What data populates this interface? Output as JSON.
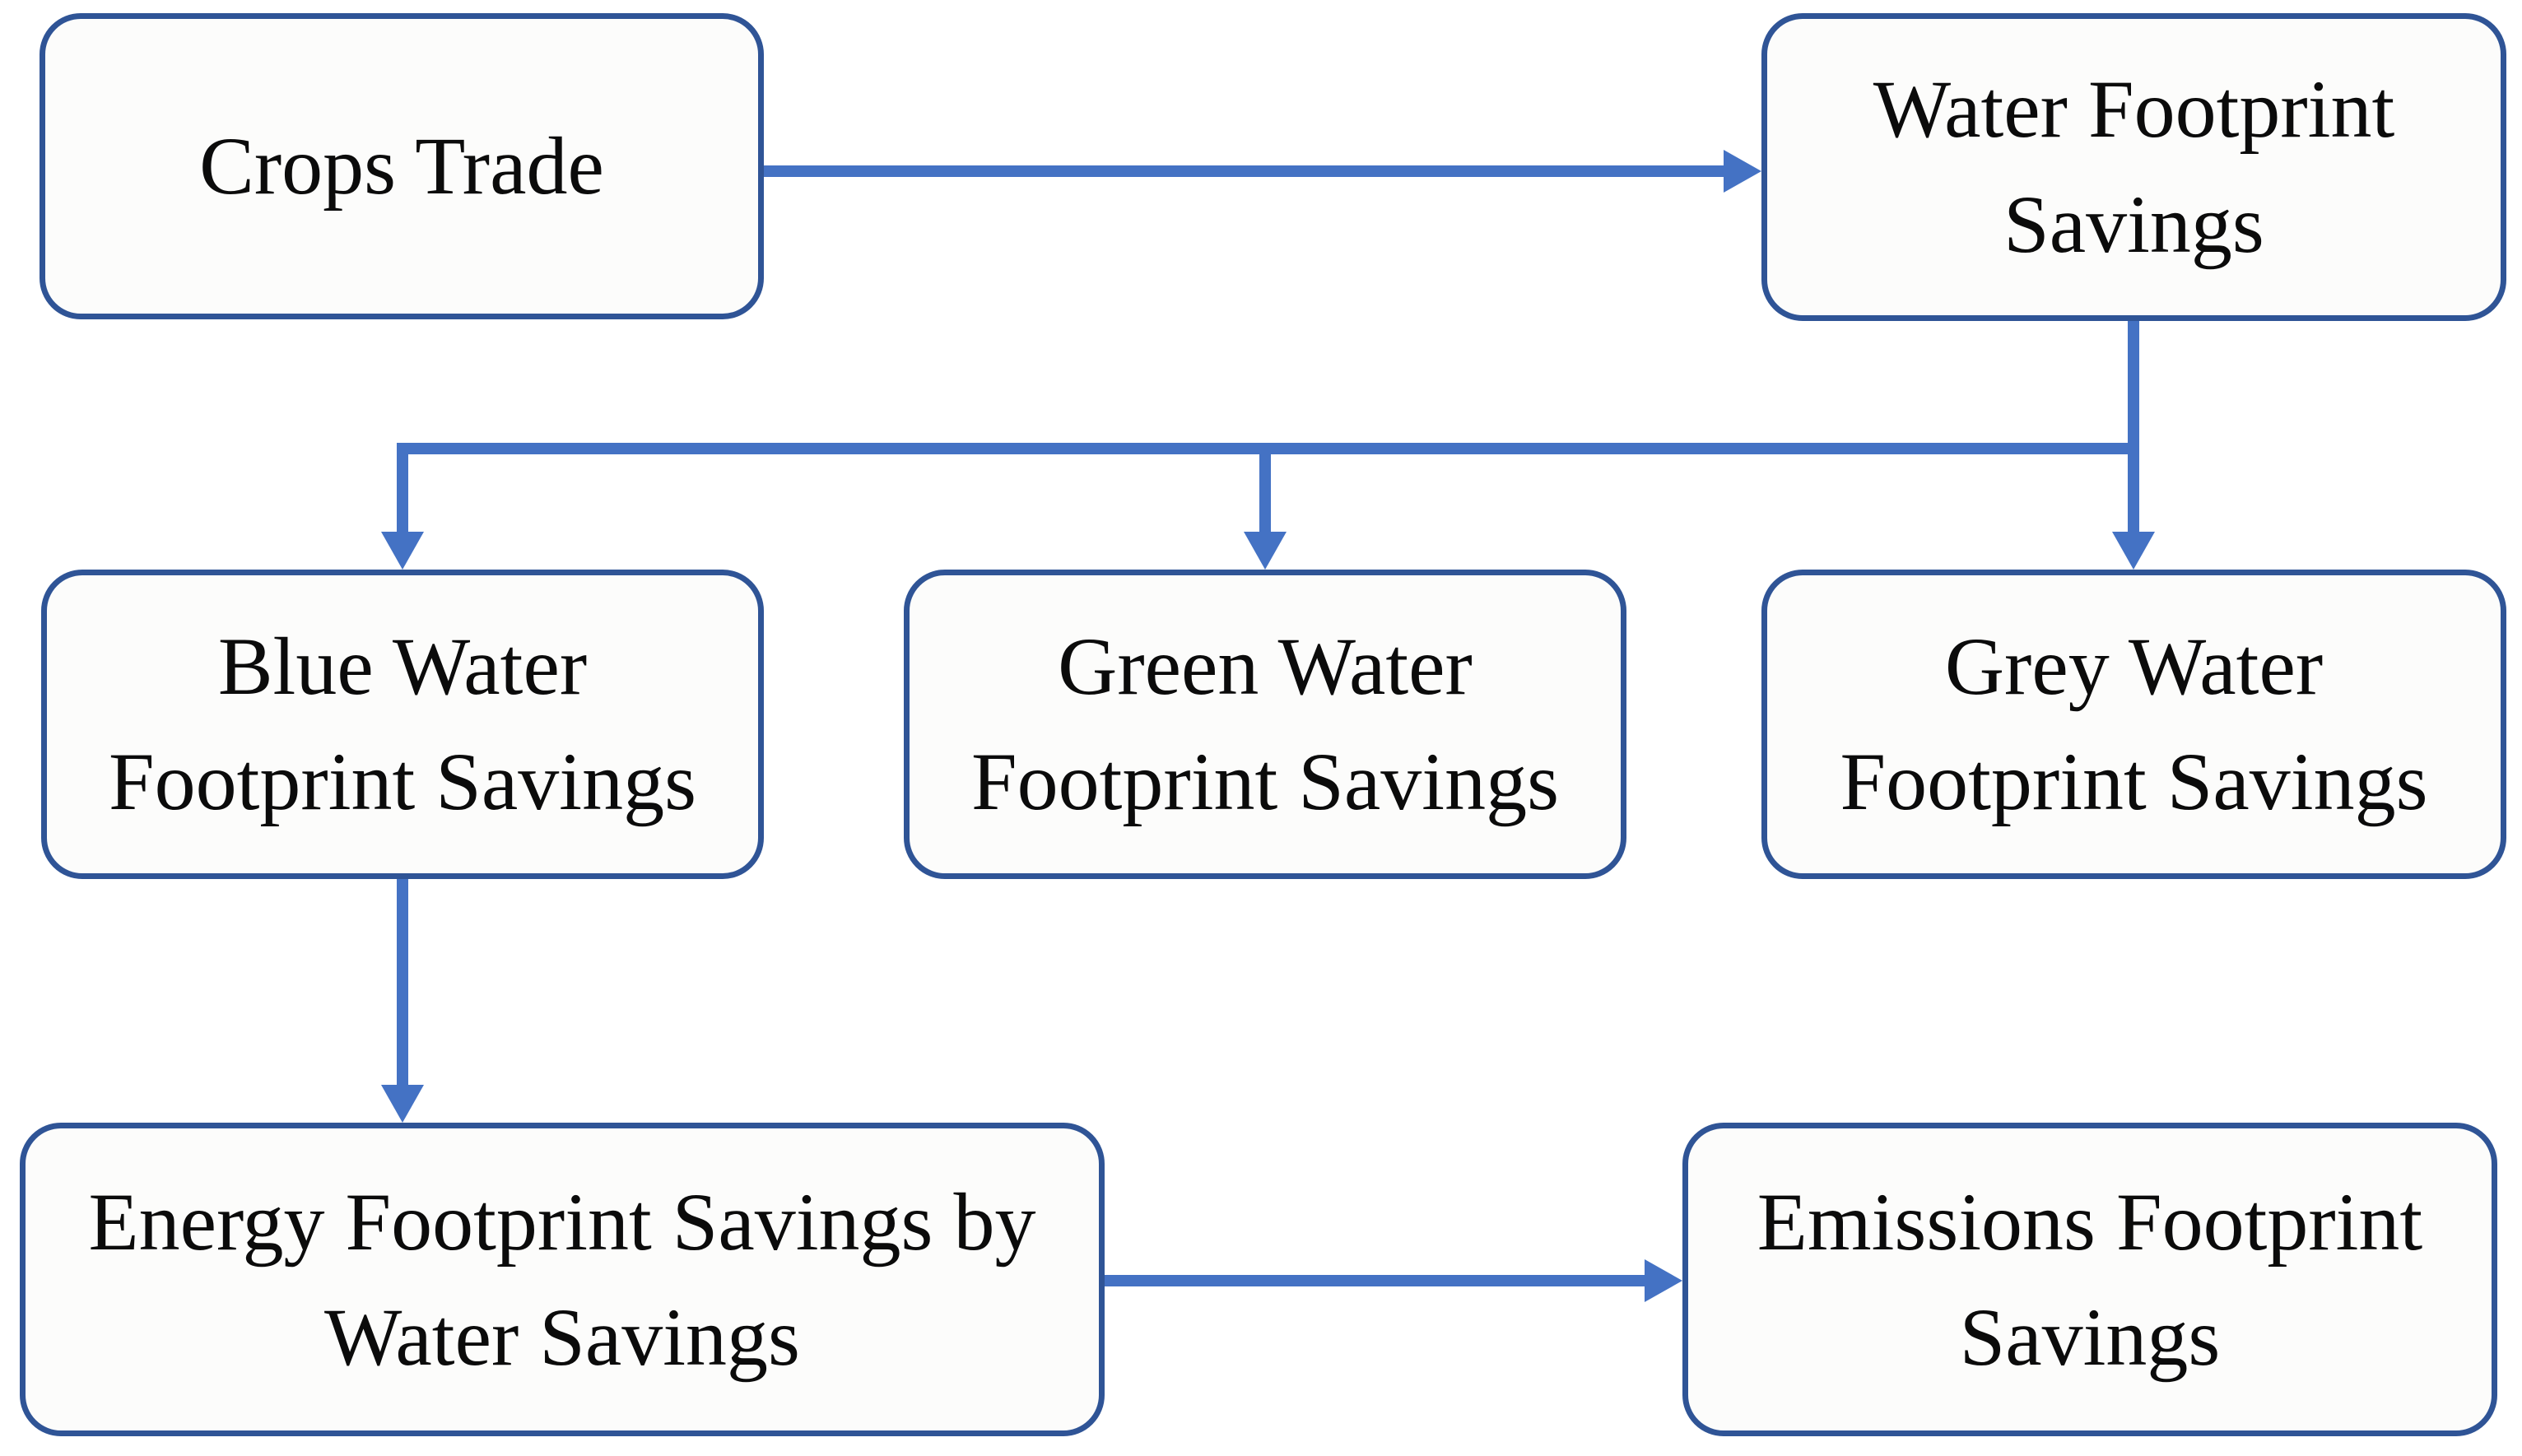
{
  "figure": {
    "title": "Water, energy and emissions footprint savings flowchart",
    "colors": {
      "box_border": "#2F5496",
      "box_fill": "#FCFCFB",
      "arrow": "#4472C4",
      "text": "#0b0b0b",
      "background": "#ffffff"
    },
    "nodes": [
      {
        "id": "crops-trade",
        "label": "Crops Trade"
      },
      {
        "id": "water-footprint-savings",
        "label": "Water Footprint\nSavings"
      },
      {
        "id": "blue-water-savings",
        "label": "Blue Water\nFootprint Savings"
      },
      {
        "id": "green-water-savings",
        "label": "Green Water\nFootprint Savings"
      },
      {
        "id": "grey-water-savings",
        "label": "Grey Water\nFootprint Savings"
      },
      {
        "id": "energy-savings",
        "label": "Energy Footprint Savings by\nWater Savings"
      },
      {
        "id": "emissions-savings",
        "label": "Emissions Footprint\nSavings"
      }
    ],
    "edges": [
      {
        "from": "crops-trade",
        "to": "water-footprint-savings"
      },
      {
        "from": "water-footprint-savings",
        "to": "blue-water-savings"
      },
      {
        "from": "water-footprint-savings",
        "to": "green-water-savings"
      },
      {
        "from": "water-footprint-savings",
        "to": "grey-water-savings"
      },
      {
        "from": "blue-water-savings",
        "to": "energy-savings"
      },
      {
        "from": "energy-savings",
        "to": "emissions-savings"
      }
    ]
  }
}
